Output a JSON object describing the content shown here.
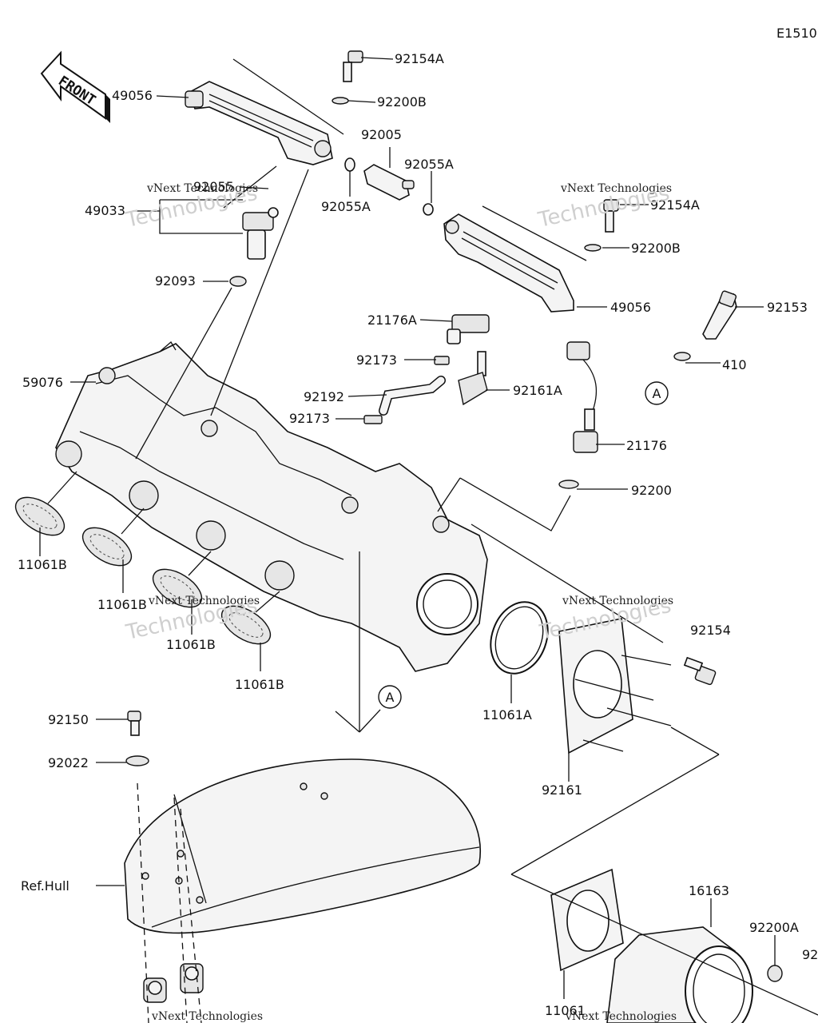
{
  "diagram_code": "E1510",
  "front_label": "FRONT",
  "ref_hull_label": "Ref.Hull",
  "callout_letter": "A",
  "watermark_line1": "vNext Technologies",
  "watermark_line2": "Technologies",
  "part_labels": {
    "p92154A_top": "92154A",
    "p92200B_top": "92200B",
    "p49056_left": "49056",
    "p92005": "92005",
    "p92055A_right": "92055A",
    "p92055A_left": "92055A",
    "p92055": "92055",
    "p49033": "49033",
    "p92154A_mid": "92154A",
    "p92200B_mid": "92200B",
    "p92093": "92093",
    "p49056_right": "49056",
    "p92153": "92153",
    "p21176A": "21176A",
    "p410": "410",
    "p92173_a": "92173",
    "p92161A": "92161A",
    "p59076": "59076",
    "p92192": "92192",
    "p92173_b": "92173",
    "p21176": "21176",
    "p92200": "92200",
    "p11061B_1": "11061B",
    "p11061B_2": "11061B",
    "p11061B_3": "11061B",
    "p11061B_4": "11061B",
    "p92154": "92154",
    "p11061A": "11061A",
    "p92150": "92150",
    "p92022": "92022",
    "p92161": "92161",
    "p16163": "16163",
    "p92200A": "92200A",
    "p92_cut": "92",
    "p11061": "11061"
  }
}
